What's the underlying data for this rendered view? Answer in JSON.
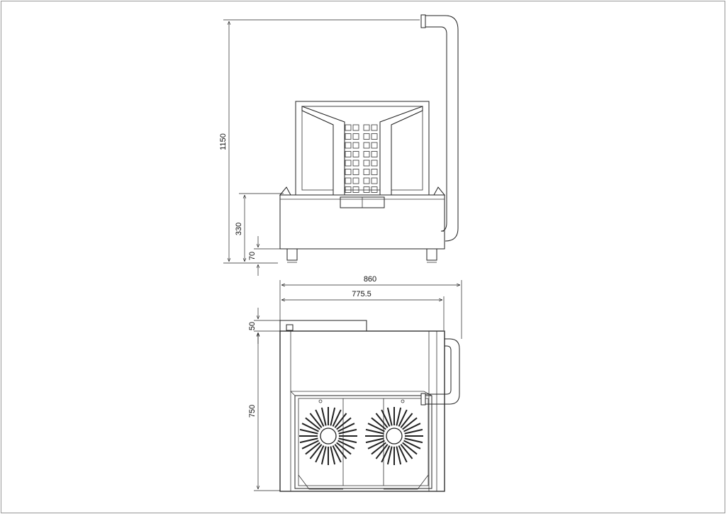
{
  "dimensions": {
    "total_height": "1150",
    "base_height": "330",
    "leg_height": "70",
    "overall_width": "860",
    "inner_width": "775.5",
    "top_offset": "50",
    "depth": "750"
  },
  "colors": {
    "line": "#222222",
    "background": "#ffffff",
    "border": "#999999"
  }
}
